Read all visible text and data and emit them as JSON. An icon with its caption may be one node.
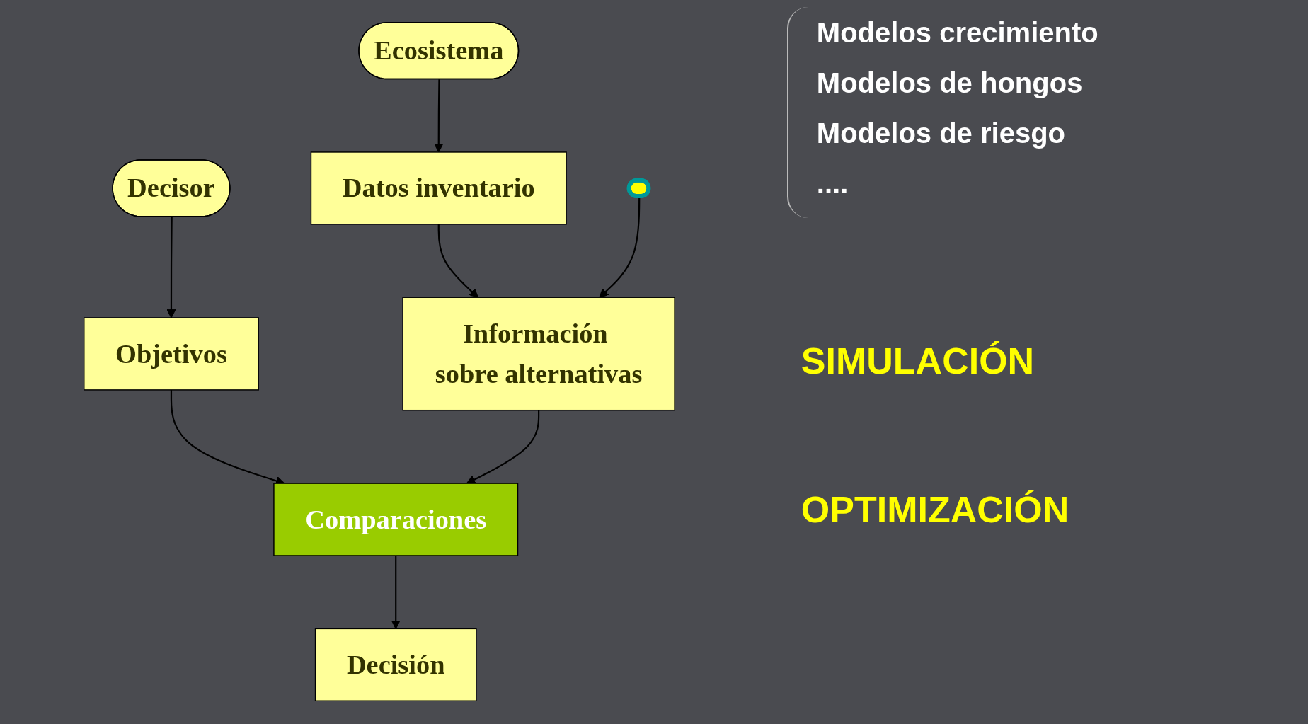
{
  "diagram": {
    "nodes": [
      {
        "text": [
          "Decisor"
        ]
      },
      {
        "text": [
          "Ecosistema"
        ]
      },
      {
        "text": [
          "Datos inventario"
        ]
      },
      {
        "text": [],
        "shape": "ellipse"
      },
      {
        "text": [
          "Objetivos"
        ]
      },
      {
        "text": [
          "Información sobre alternativas"
        ]
      },
      {
        "text": [
          "Comparaciones"
        ]
      },
      {
        "text": [
          "Decisión"
        ]
      }
    ],
    "edges": [
      {
        "from": 0,
        "to": 4,
        "arrow": "to"
      },
      {
        "from": 1,
        "to": 2,
        "arrow": "to"
      },
      {
        "from": 2,
        "to": 5,
        "arrow": "to"
      },
      {
        "from": 3,
        "to": 5,
        "arrow": "to"
      },
      {
        "from": 4,
        "to": 6,
        "arrow": "to"
      },
      {
        "from": 5,
        "to": 6,
        "arrow": "to"
      },
      {
        "from": 6,
        "to": 7,
        "arrow": "to"
      }
    ],
    "labels": [
      "Modelos crecimiento",
      "Modelos de hongos",
      "Modelos de riesgo",
      "....",
      "SIMULACIÓN",
      "OPTIMIZACIÓN"
    ]
  }
}
